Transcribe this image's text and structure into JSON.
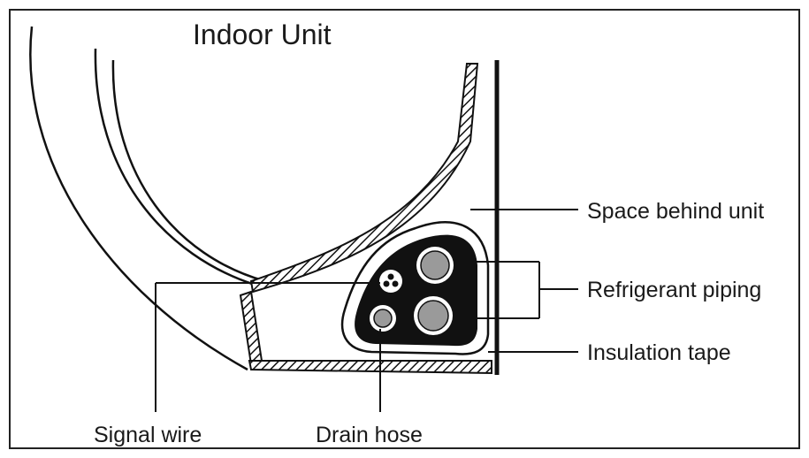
{
  "title": "Indoor Unit",
  "labels": {
    "space_behind_unit": "Space behind unit",
    "refrigerant_piping": "Refrigerant piping",
    "insulation_tape": "Insulation tape",
    "signal_wire": "Signal wire",
    "drain_hose": "Drain hose"
  },
  "colors": {
    "line": "#111111",
    "bundle_fill": "#111111",
    "pipe_fill": "#9a9a9a",
    "background": "#ffffff"
  }
}
